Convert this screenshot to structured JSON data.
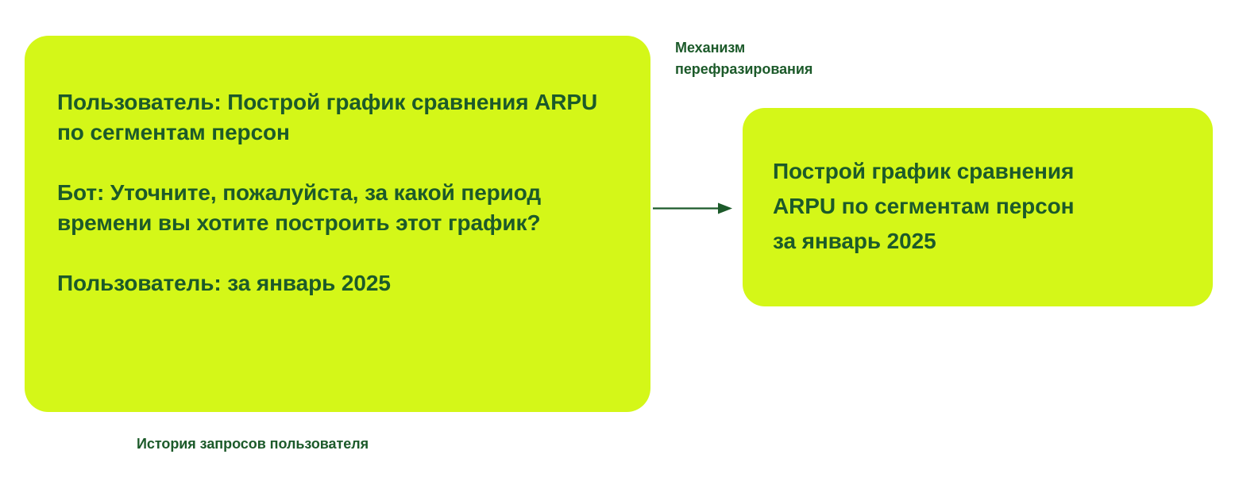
{
  "theme": {
    "background": "#ffffff",
    "card_fill": "#d4f718",
    "text_color": "#1c5a2a",
    "arrow_color": "#1c5a2a"
  },
  "history_card": {
    "caption": "История запросов пользователя",
    "messages": [
      "Пользователь: Построй график сравнения ARPU по сегментам персон",
      "Бот: Уточните, пожалуйста, за какой период времени вы хотите построить этот график?",
      "Пользователь: за январь 2025"
    ]
  },
  "mechanism": {
    "label": "Механизм\nперефразирования",
    "arrow": "arrow-right-icon"
  },
  "rephrased_card": {
    "lines": [
      "Построй график сравнения",
      "ARPU по сегментам персон",
      "за январь 2025"
    ]
  }
}
